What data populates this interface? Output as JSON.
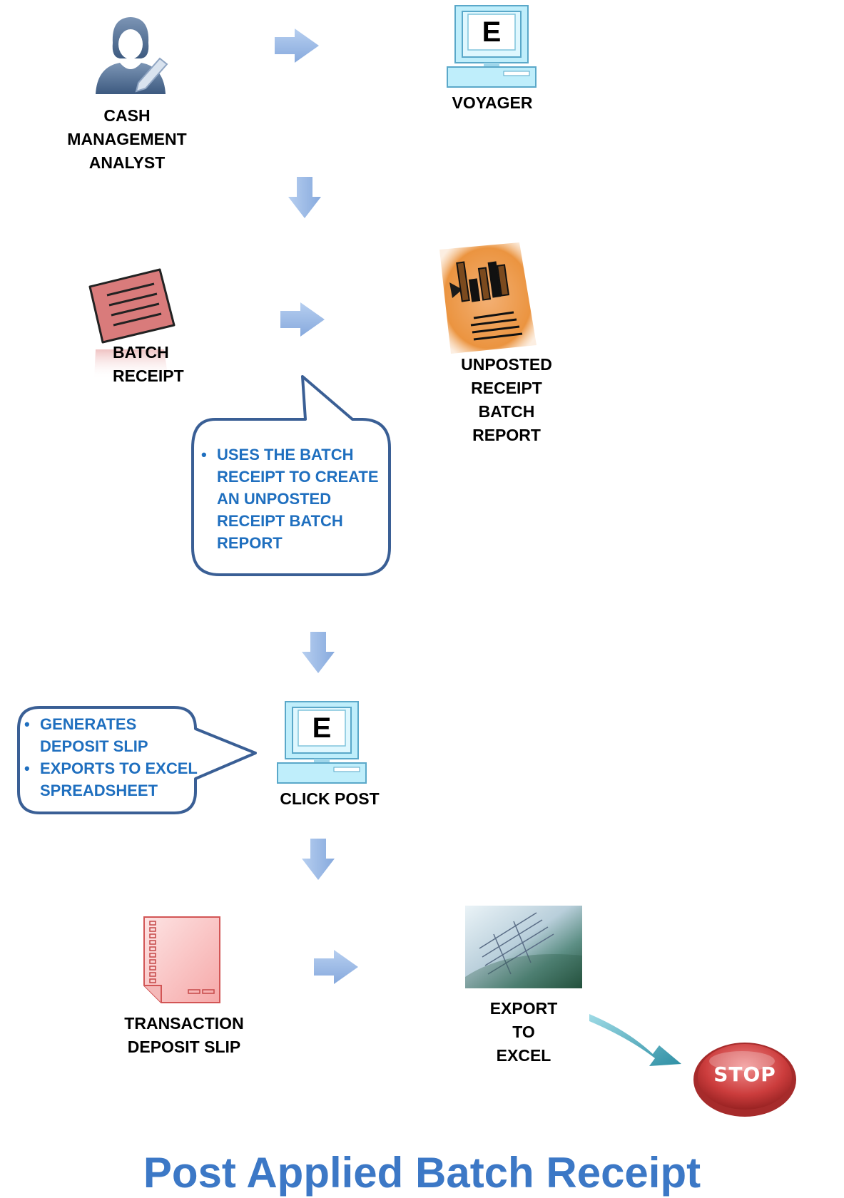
{
  "nodes": {
    "analyst": {
      "lines": [
        "CASH",
        "MANAGEMENT",
        "ANALYST"
      ],
      "icon": "user-with-pencil-icon"
    },
    "voyager": {
      "lines": [
        "VOYAGER"
      ],
      "icon": "computer-e-icon",
      "letter": "E"
    },
    "batch_receipt": {
      "lines": [
        "BATCH",
        "RECEIPT"
      ],
      "icon": "receipt-note-icon"
    },
    "report": {
      "lines": [
        "UNPOSTED",
        "RECEIPT",
        "BATCH",
        "REPORT"
      ],
      "icon": "bar-chart-report-icon"
    },
    "click_post": {
      "lines": [
        "CLICK POST"
      ],
      "icon": "computer-e-icon",
      "letter": "E"
    },
    "deposit_slip": {
      "lines": [
        "TRANSACTION",
        "DEPOSIT SLIP"
      ],
      "icon": "deposit-slip-icon"
    },
    "export": {
      "lines": [
        "EXPORT",
        "TO",
        "EXCEL"
      ],
      "icon": "spreadsheet-photo-icon"
    },
    "stop": {
      "label": "STOP",
      "icon": "stop-button-icon"
    }
  },
  "callouts": {
    "batch": {
      "bullets": [
        [
          "USES THE BATCH",
          "RECEIPT TO CREATE",
          "AN UNPOSTED",
          "RECEIPT BATCH",
          "REPORT"
        ]
      ]
    },
    "post": {
      "bullets": [
        [
          "GENERATES",
          "DEPOSIT SLIP"
        ],
        [
          "EXPORTS TO EXCEL",
          "SPREADSHEET"
        ]
      ]
    }
  },
  "footer": {
    "title": "Post Applied Batch Receipt"
  },
  "colors": {
    "arrow": "#9bbbe6",
    "callout_border": "#3a5f95",
    "callout_text": "#1f6fbf",
    "title": "#3c78c6",
    "monitor_fill": "#bfeefb",
    "monitor_stroke": "#5aa8c9",
    "receipt": "#d97b7b",
    "report": "#f0a25c",
    "slip": "#f9c4c4",
    "stop": "#c83a3a"
  }
}
